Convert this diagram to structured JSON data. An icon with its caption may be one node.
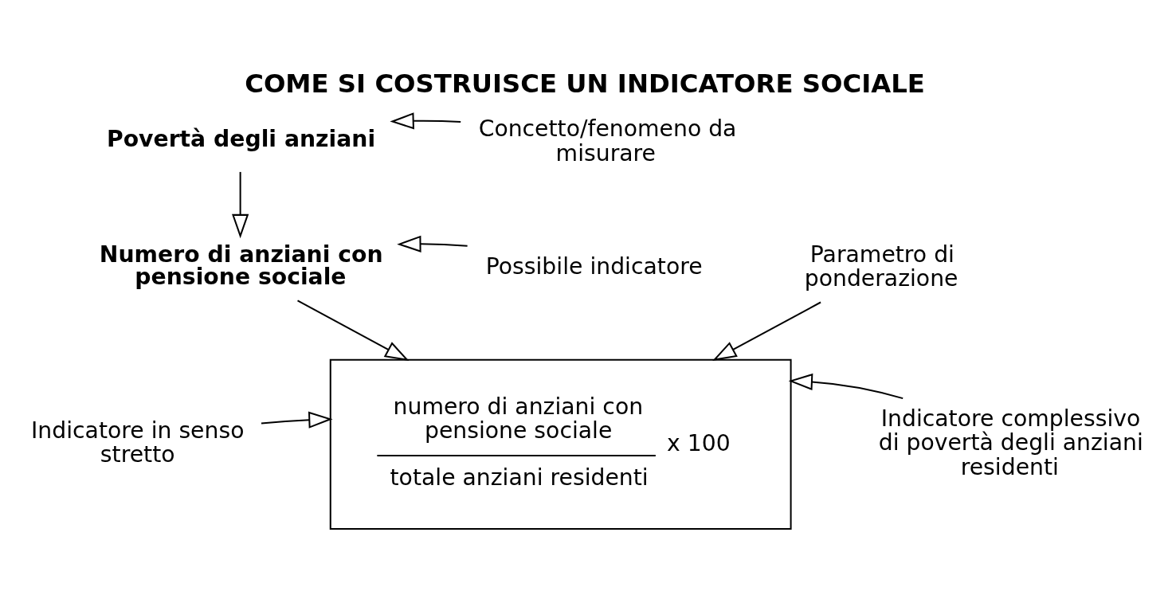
{
  "diagram": {
    "title": "COME SI COSTRUISCE UN INDICATORE SOCIALE",
    "nodes": [
      {
        "text": [
          "Povertà degli anziani"
        ]
      },
      {
        "text": [
          "Concetto/fenomeno da misurare"
        ]
      },
      {
        "text": [
          "Numero di anziani con pensione sociale"
        ]
      },
      {
        "text": [
          "Possibile indicatore"
        ]
      },
      {
        "text": [
          "Indicatore in senso stretto"
        ]
      },
      {
        "text": [
          "numero di anziani con pensione sociale",
          "totale anziani residenti",
          "x 100"
        ]
      },
      {
        "text": [
          "Indicatore complessivo di povertà degli anziani residenti"
        ]
      },
      {
        "text": [
          "Parametro di ponderazione"
        ]
      }
    ],
    "edges": [
      {
        "from": 1,
        "to": 0,
        "arrow": "to"
      },
      {
        "from": 0,
        "to": 2,
        "arrow": "to"
      },
      {
        "from": 3,
        "to": 2,
        "arrow": "to"
      },
      {
        "from": 2,
        "to": 5,
        "arrow": "to"
      },
      {
        "from": 4,
        "to": 5,
        "arrow": "to"
      },
      {
        "from": 6,
        "to": 5,
        "arrow": "to"
      },
      {
        "from": 7,
        "to": 5,
        "arrow": "to"
      }
    ]
  }
}
